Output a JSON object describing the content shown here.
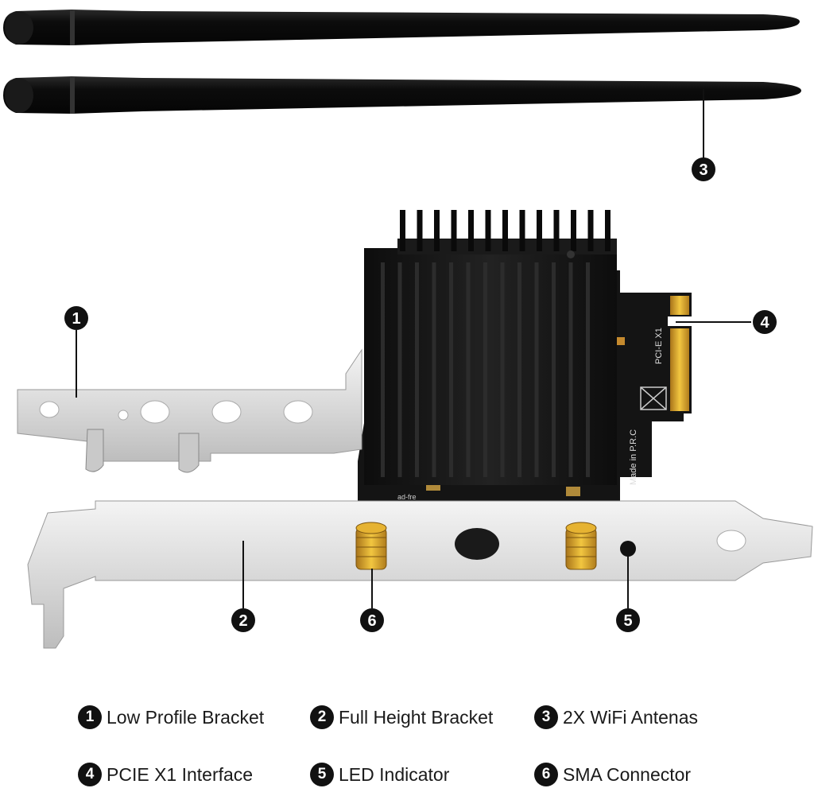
{
  "callouts": [
    "1",
    "2",
    "3",
    "4",
    "5",
    "6"
  ],
  "board_text": {
    "slot_label": "PCI-E X1",
    "origin_label": "Made in P.R.C",
    "edge_text": "ad-fre"
  },
  "legend": [
    {
      "num": "1",
      "label": "Low Profile Bracket"
    },
    {
      "num": "2",
      "label": "Full Height Bracket"
    },
    {
      "num": "3",
      "label": "2X WiFi Antenas"
    },
    {
      "num": "4",
      "label": "PCIE X1 Interface"
    },
    {
      "num": "5",
      "label": "LED Indicator"
    },
    {
      "num": "6",
      "label": "SMA Connector"
    }
  ]
}
